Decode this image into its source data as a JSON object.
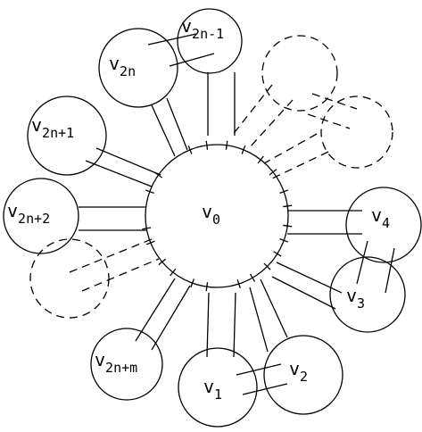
{
  "center": {
    "base": "v",
    "sub": "0"
  },
  "vertices": [
    {
      "id": "v2n-1",
      "base": "v",
      "sub": "2n-1"
    },
    {
      "id": "v2n",
      "base": "v",
      "sub": "2n"
    },
    {
      "id": "v2n+1",
      "base": "v",
      "sub": "2n+1"
    },
    {
      "id": "v2n+2",
      "base": "v",
      "sub": "2n+2"
    },
    {
      "id": "v4",
      "base": "v",
      "sub": "4"
    },
    {
      "id": "v3",
      "base": "v",
      "sub": "3"
    },
    {
      "id": "v2",
      "base": "v",
      "sub": "2"
    },
    {
      "id": "v1",
      "base": "v",
      "sub": "1"
    },
    {
      "id": "v2n+m",
      "base": "v",
      "sub": "2n+m"
    }
  ]
}
